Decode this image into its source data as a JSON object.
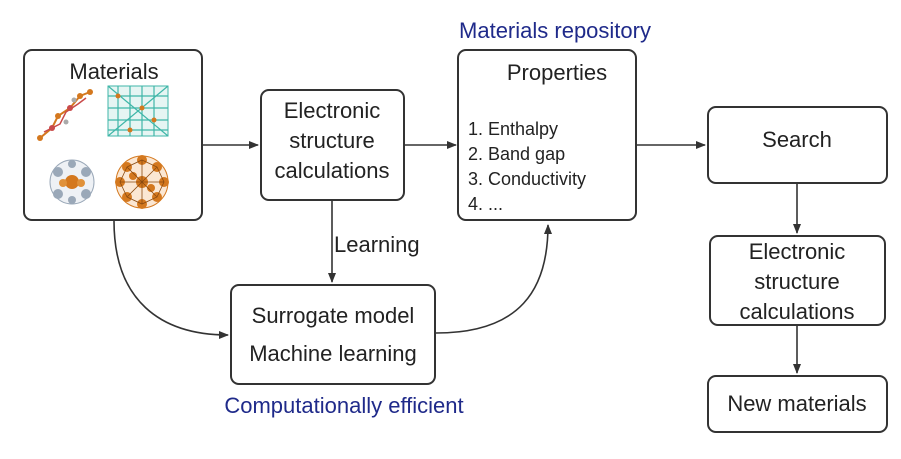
{
  "materials": {
    "title": "Materials"
  },
  "electronic_structure_calc": {
    "line1": "Electronic",
    "line2": "structure",
    "line3": "calculations"
  },
  "repository": {
    "caption": "Materials repository",
    "title": "Properties",
    "items": [
      "1. Enthalpy",
      "2. Band gap",
      "3. Conductivity",
      "4. ..."
    ]
  },
  "search": {
    "title": "Search"
  },
  "electronic_structure_calc_2": {
    "line1": "Electronic",
    "line2": "structure",
    "line3": "calculations"
  },
  "new_materials": {
    "title": "New materials"
  },
  "learning_label": "Learning",
  "surrogate": {
    "line1": "Surrogate model",
    "line2": "Machine learning",
    "caption": "Computationally efficient"
  },
  "colors": {
    "stroke": "#333333",
    "caption_blue": "#1f2a8a",
    "atom_orange": "#d4781e",
    "atom_gray": "#9aa8b8",
    "atom_teal": "#3fb6a8"
  }
}
